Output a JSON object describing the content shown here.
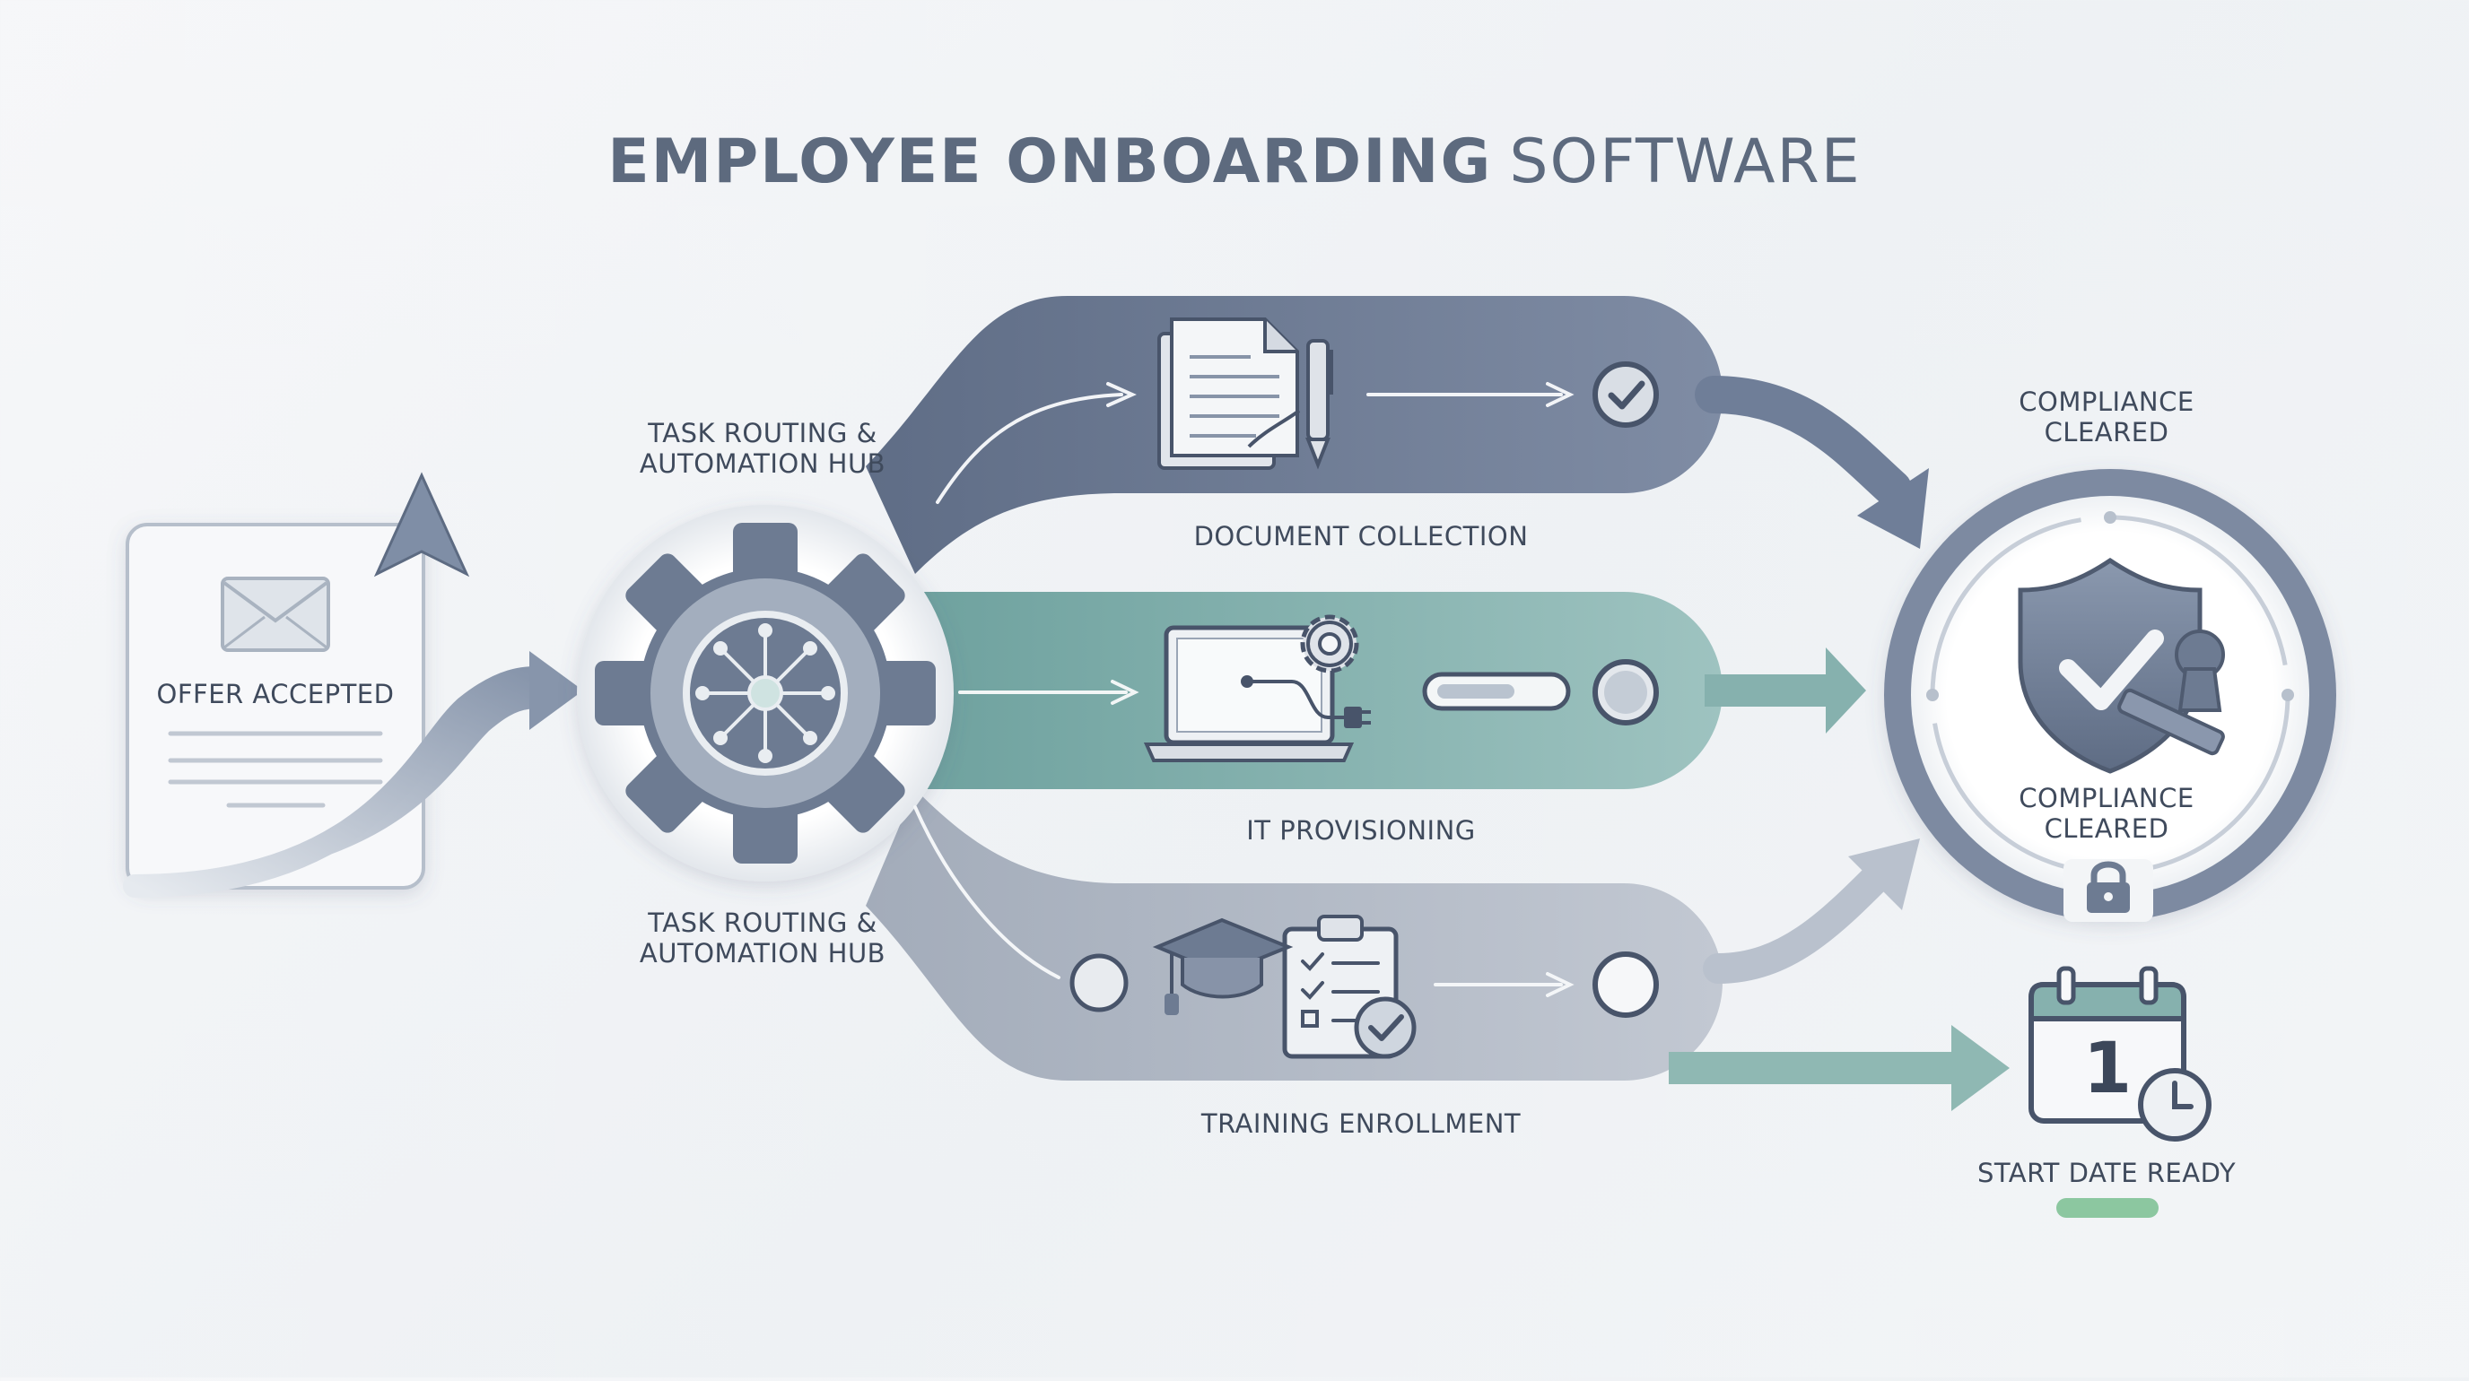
{
  "title": {
    "bold": "EMPLOYEE ONBOARDING",
    "light": "SOFTWARE"
  },
  "nodes": {
    "offer": {
      "label": "OFFER ACCEPTED"
    },
    "hub": {
      "label_top": [
        "TASK ROUTING &",
        "AUTOMATION HUB"
      ],
      "label_bottom": [
        "TASK ROUTING &",
        "AUTOMATION HUB"
      ]
    },
    "compliance": {
      "label_top": [
        "COMPLIANCE",
        "CLEARED"
      ],
      "label_inner": [
        "COMPLIANCE",
        "CLEARED"
      ]
    },
    "start": {
      "label": "START DATE READY"
    }
  },
  "lanes": [
    {
      "id": "document",
      "label": "DOCUMENT COLLECTION",
      "color": "#6f7e98",
      "status": "complete"
    },
    {
      "id": "it",
      "label": "IT PROVISIONING",
      "color": "#86b1ae",
      "status": "in-progress"
    },
    {
      "id": "training",
      "label": "TRAINING ENROLLMENT",
      "color": "#aeb6c3",
      "status": "pending"
    }
  ],
  "colors": {
    "slate": "#6f7e98",
    "slate_dark": "#4f5b70",
    "teal": "#86b1ae",
    "gray": "#aeb6c3",
    "green_bar": "#8cc7a0"
  },
  "icons": {
    "offer": "envelope-icon",
    "hub": "gear-network-icon",
    "document": "document-pen-icon",
    "it": "laptop-gear-icon",
    "training": "graduation-cap-clipboard-icon",
    "compliance": "shield-check-stamp-icon",
    "lock": "lock-icon",
    "calendar": "calendar-clock-icon"
  }
}
